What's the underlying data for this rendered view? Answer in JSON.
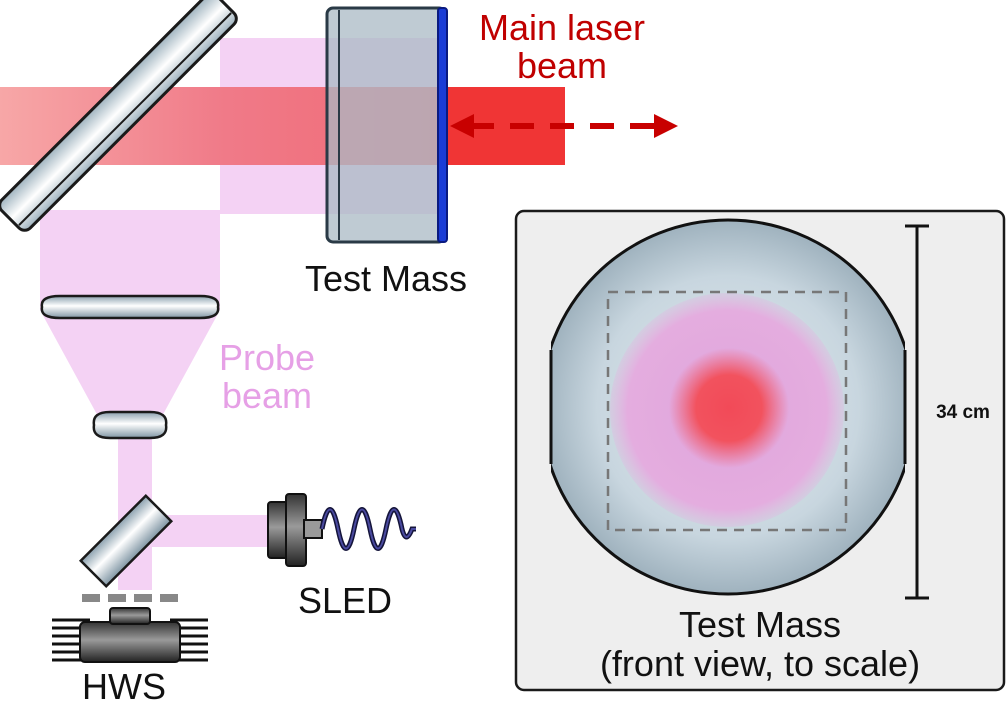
{
  "labels": {
    "main_laser_line1": "Main laser",
    "main_laser_line2": "beam",
    "test_mass_side": "Test Mass",
    "probe_line1": "Probe",
    "probe_line2": "beam",
    "sled": "SLED",
    "hws": "HWS",
    "dimension": "34 cm",
    "front_view_line1": "Test Mass",
    "front_view_line2": "(front view, to scale)"
  },
  "colors": {
    "main_beam": "#f0505a",
    "probe_beam": "#e8a8e8",
    "main_label": "#c00000",
    "probe_label": "#e6a0e6",
    "optic_fill": "#b8c8d4",
    "coating": "#1a3cd6",
    "panel_bg": "#eeeeee"
  }
}
